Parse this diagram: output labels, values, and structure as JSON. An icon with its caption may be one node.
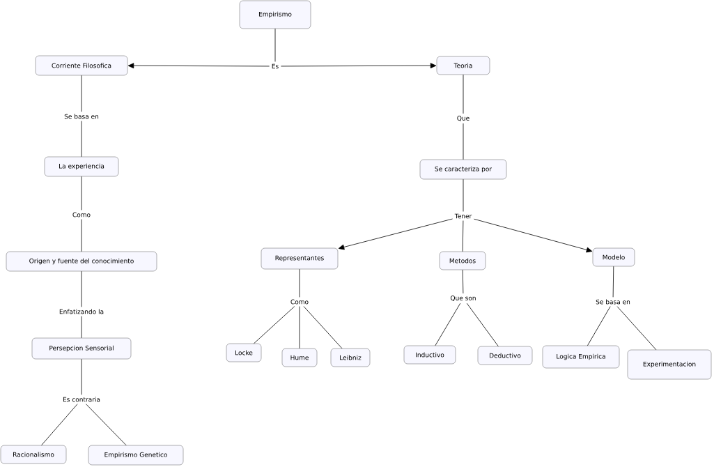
{
  "diagram": {
    "nodes": [
      {
        "text": [
          "Empirismo"
        ]
      },
      {
        "text": [
          "Es"
        ]
      },
      {
        "text": [
          "Corriente Filosofica"
        ]
      },
      {
        "text": [
          "Teoria"
        ]
      },
      {
        "text": [
          "Se basa en"
        ]
      },
      {
        "text": [
          "Que"
        ]
      },
      {
        "text": [
          "La experiencia"
        ]
      },
      {
        "text": [
          "Se caracteriza por"
        ]
      },
      {
        "text": [
          "Como"
        ]
      },
      {
        "text": [
          "Tener"
        ]
      },
      {
        "text": [
          "Origen y fuente del conocimiento"
        ]
      },
      {
        "text": [
          "Representantes"
        ]
      },
      {
        "text": [
          "Metodos"
        ]
      },
      {
        "text": [
          "Modelo"
        ]
      },
      {
        "text": [
          "Como"
        ]
      },
      {
        "text": [
          "Que son"
        ]
      },
      {
        "text": [
          "Se basa en"
        ]
      },
      {
        "text": [
          "Enfatizando la"
        ]
      },
      {
        "text": [
          "Locke"
        ]
      },
      {
        "text": [
          "Hume"
        ]
      },
      {
        "text": [
          "Leibniz"
        ]
      },
      {
        "text": [
          "Inductivo"
        ]
      },
      {
        "text": [
          "Deductivo"
        ]
      },
      {
        "text": [
          "Logica Empirica"
        ]
      },
      {
        "text": [
          "Experimentacion"
        ]
      },
      {
        "text": [
          "Persepcion Sensorial"
        ]
      },
      {
        "text": [
          "Es contraria"
        ]
      },
      {
        "text": [
          "Racionalismo"
        ]
      },
      {
        "text": [
          "Empirismo Genetico"
        ]
      }
    ],
    "edges": [
      {
        "from": 0,
        "to": 1,
        "arrow": "none"
      },
      {
        "from": 1,
        "to": 2,
        "arrow": "to"
      },
      {
        "from": 1,
        "to": 3,
        "arrow": "to"
      },
      {
        "from": 2,
        "to": 4,
        "arrow": "none"
      },
      {
        "from": 4,
        "to": 6,
        "arrow": "none"
      },
      {
        "from": 6,
        "to": 8,
        "arrow": "none"
      },
      {
        "from": 8,
        "to": 10,
        "arrow": "none"
      },
      {
        "from": 10,
        "to": 17,
        "arrow": "none"
      },
      {
        "from": 17,
        "to": 25,
        "arrow": "none"
      },
      {
        "from": 25,
        "to": 26,
        "arrow": "none"
      },
      {
        "from": 26,
        "to": 27,
        "arrow": "none"
      },
      {
        "from": 26,
        "to": 28,
        "arrow": "none"
      },
      {
        "from": 3,
        "to": 5,
        "arrow": "none"
      },
      {
        "from": 5,
        "to": 7,
        "arrow": "none"
      },
      {
        "from": 7,
        "to": 9,
        "arrow": "none"
      },
      {
        "from": 9,
        "to": 11,
        "arrow": "to"
      },
      {
        "from": 9,
        "to": 12,
        "arrow": "none"
      },
      {
        "from": 9,
        "to": 13,
        "arrow": "to"
      },
      {
        "from": 11,
        "to": 14,
        "arrow": "none"
      },
      {
        "from": 14,
        "to": 18,
        "arrow": "none"
      },
      {
        "from": 14,
        "to": 19,
        "arrow": "none"
      },
      {
        "from": 14,
        "to": 20,
        "arrow": "none"
      },
      {
        "from": 12,
        "to": 15,
        "arrow": "none"
      },
      {
        "from": 15,
        "to": 21,
        "arrow": "none"
      },
      {
        "from": 15,
        "to": 22,
        "arrow": "none"
      },
      {
        "from": 13,
        "to": 16,
        "arrow": "none"
      },
      {
        "from": 16,
        "to": 23,
        "arrow": "none"
      },
      {
        "from": 16,
        "to": 24,
        "arrow": "none"
      }
    ]
  }
}
